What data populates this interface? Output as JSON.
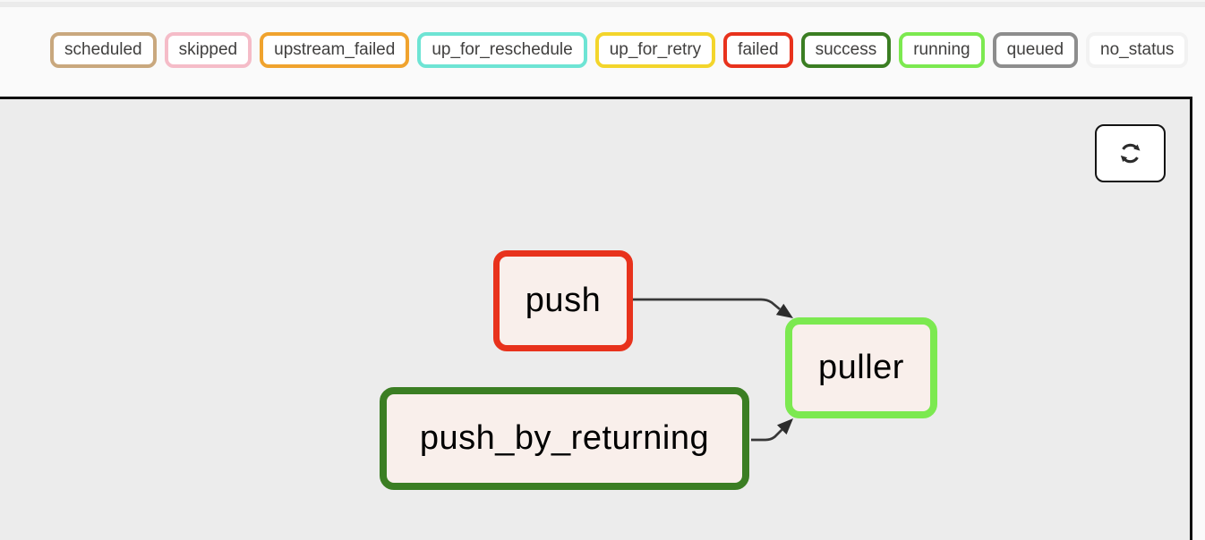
{
  "legend": {
    "items": [
      {
        "label": "scheduled",
        "color": "#c9a87e"
      },
      {
        "label": "skipped",
        "color": "#f5bcc8"
      },
      {
        "label": "upstream_failed",
        "color": "#f0a32e"
      },
      {
        "label": "up_for_reschedule",
        "color": "#6ee4d4"
      },
      {
        "label": "up_for_retry",
        "color": "#f3d52b"
      },
      {
        "label": "failed",
        "color": "#e8321c"
      },
      {
        "label": "success",
        "color": "#3b7e23"
      },
      {
        "label": "running",
        "color": "#7ce950"
      },
      {
        "label": "queued",
        "color": "#8d8d8d"
      },
      {
        "label": "no_status",
        "color": "#f2f2f2"
      }
    ]
  },
  "graph": {
    "background": "#ececec",
    "node_fill": "#f9efeb",
    "edge_color": "#383838",
    "nodes": [
      {
        "id": "push",
        "label": "push",
        "status": "failed",
        "border_color": "#e8321c"
      },
      {
        "id": "push_by_returning",
        "label": "push_by_returning",
        "status": "success",
        "border_color": "#3b7e23"
      },
      {
        "id": "puller",
        "label": "puller",
        "status": "running",
        "border_color": "#7ce950"
      }
    ],
    "edges": [
      {
        "from": "push",
        "to": "puller"
      },
      {
        "from": "push_by_returning",
        "to": "puller"
      }
    ]
  },
  "toolbar": {
    "refresh_icon": "refresh"
  }
}
